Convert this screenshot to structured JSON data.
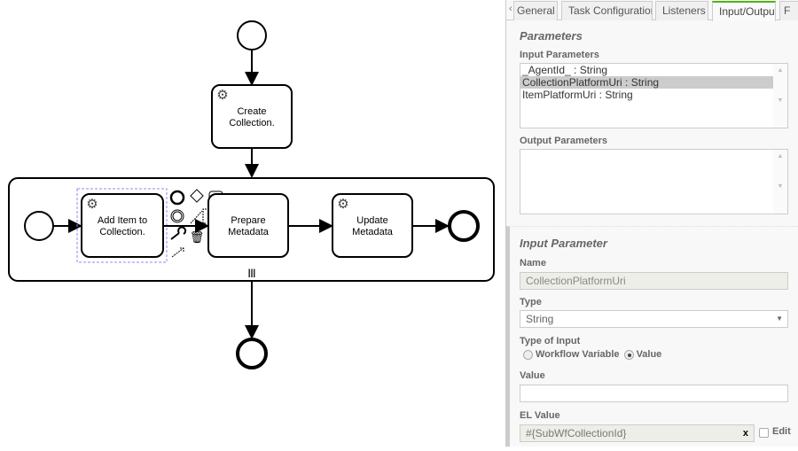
{
  "diagram": {
    "tasks": [
      {
        "line1": "Create",
        "line2": "Collection."
      },
      {
        "line1": "Add Item to",
        "line2": "Collection."
      },
      {
        "line1": "Prepare",
        "line2": "Metadata"
      },
      {
        "line1": "Update",
        "line2": "Metadata"
      }
    ],
    "multi_instance_marker": "|||"
  },
  "panel": {
    "tabs": [
      {
        "label": "General"
      },
      {
        "label": "Task Configuration"
      },
      {
        "label": "Listeners"
      },
      {
        "label": "Input/Output",
        "active": true
      },
      {
        "label": "F"
      }
    ],
    "parameters_heading": "Parameters",
    "input_parameters_label": "Input Parameters",
    "input_parameters": [
      "_AgentId_ : String",
      "CollectionPlatformUri : String",
      "ItemPlatformUri : String"
    ],
    "selected_input_parameter": "CollectionPlatformUri : String",
    "output_parameters_label": "Output Parameters",
    "input_parameter_heading": "Input Parameter",
    "name_label": "Name",
    "name_value": "CollectionPlatformUri",
    "type_label": "Type",
    "type_value": "String",
    "type_of_input_label": "Type of Input",
    "radio_workflow_variable": "Workflow Variable",
    "radio_value": "Value",
    "radio_selected": "Value",
    "value_label": "Value",
    "value_value": "",
    "el_value_label": "EL Value",
    "el_value": "#{SubWfCollectionId}",
    "clear_label": "x",
    "edit_label": "Edit",
    "accent_color": "#52b415"
  }
}
